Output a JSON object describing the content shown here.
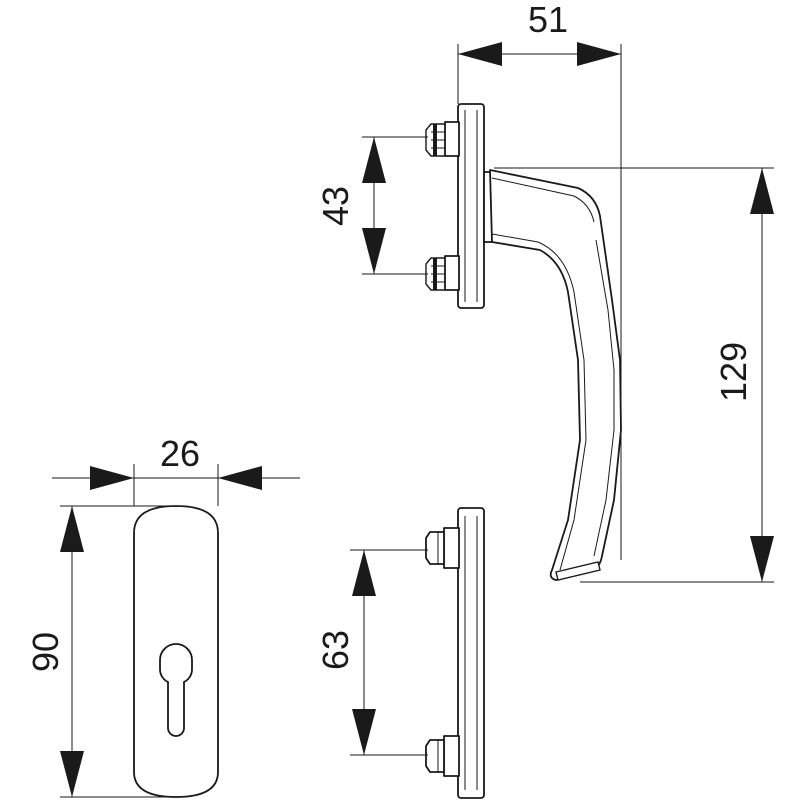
{
  "dimensions": {
    "handle_depth": "51",
    "bolt_spacing_top": "43",
    "handle_length": "129",
    "plate_width": "26",
    "plate_height": "90",
    "bolt_spacing_bottom": "63"
  },
  "colors": {
    "line": "#1a1a1a",
    "background": "#ffffff"
  }
}
